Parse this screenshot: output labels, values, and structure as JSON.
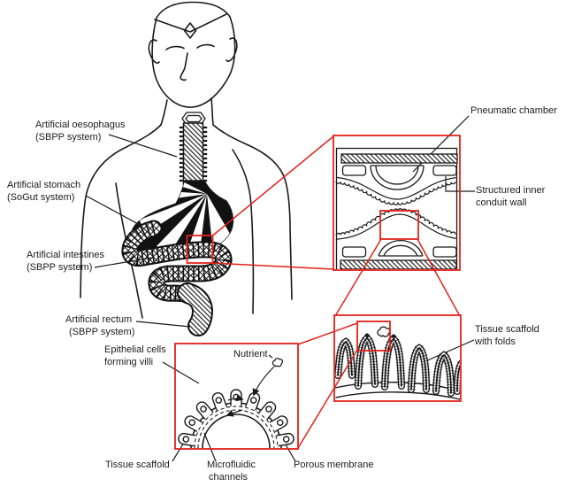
{
  "labels": {
    "oesophagus": {
      "line1": "Artificial oesophagus",
      "line2": "(SBPP system)"
    },
    "stomach": {
      "line1": "Artificial stomach",
      "line2": "(SoGut system)"
    },
    "intestines": {
      "line1": "Artificial intestines",
      "line2": "(SBPP system)"
    },
    "rectum": {
      "line1": "Artificial rectum",
      "line2": "(SBPP system)"
    },
    "pneumatic_chamber": "Pneumatic chamber",
    "conduit_wall": {
      "line1": "Structured inner",
      "line2": "conduit wall"
    },
    "tissue_scaffold_folds": {
      "line1": "Tissue scaffold",
      "line2": "with folds"
    },
    "epithelial_cells": {
      "line1": "Epithelial cells",
      "line2": "forming villi"
    },
    "nutrient": "Nutrient",
    "tissue_scaffold": "Tissue scaffold",
    "microfluidic_channels": {
      "line1": "Microfluidic",
      "line2": "channels"
    },
    "porous_membrane": "Porous membrane"
  },
  "colors": {
    "line": "#1a1a1a",
    "highlight": "#e32119",
    "background": "#ffffff"
  }
}
